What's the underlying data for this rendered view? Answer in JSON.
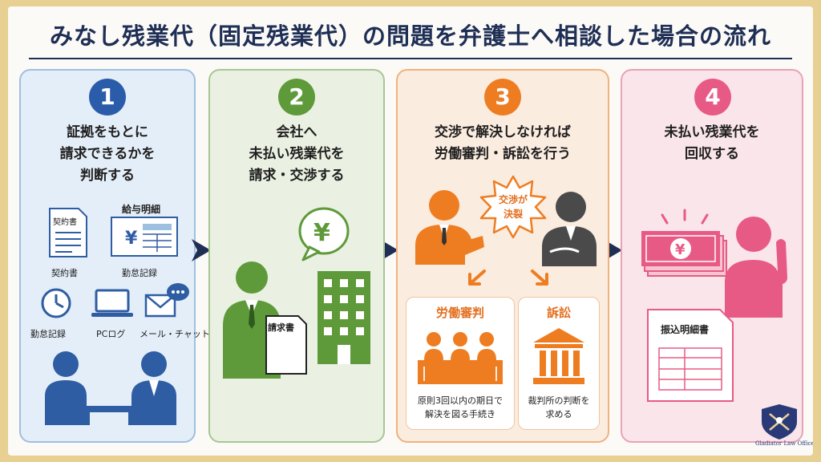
{
  "title": "みなし残業代（固定残業代）の問題を弁護士へ相談した場合の流れ",
  "steps": [
    {
      "number": "1",
      "heading": "証拠をもとに\n請求できるかを\n判断する",
      "doc_contract_title": "契約書",
      "doc_payslip_title": "給与明細",
      "labels": [
        "契約書",
        "勤怠記録",
        "勤怠記録",
        "PCログ",
        "メール・チャット"
      ]
    },
    {
      "number": "2",
      "heading": "会社へ\n未払い残業代を\n請求・交渉する",
      "invoice_label": "請求書",
      "yen": "¥"
    },
    {
      "number": "3",
      "heading": "交渉で解決しなければ\n労働審判・訴訟を行う",
      "burst_text": "交渉が\n決裂",
      "options": [
        {
          "title": "労働審判",
          "text": "原則3回以内の期日で\n解決を図る手続き"
        },
        {
          "title": "訴訟",
          "text": "裁判所の判断を\n求める"
        }
      ]
    },
    {
      "number": "4",
      "heading": "未払い残業代を\n回収する",
      "slip_label": "振込明細書",
      "yen": "¥"
    }
  ],
  "logo_text": "Gladiator Law Office",
  "colors": {
    "navy": "#1e2e55",
    "step1": "#2a5caa",
    "step2": "#5e9a3a",
    "step3": "#ee7d22",
    "step4": "#e85a86",
    "person_blue": "#2e5da3",
    "person_green": "#5e9a3a",
    "person_dark": "#4a4a4a"
  }
}
